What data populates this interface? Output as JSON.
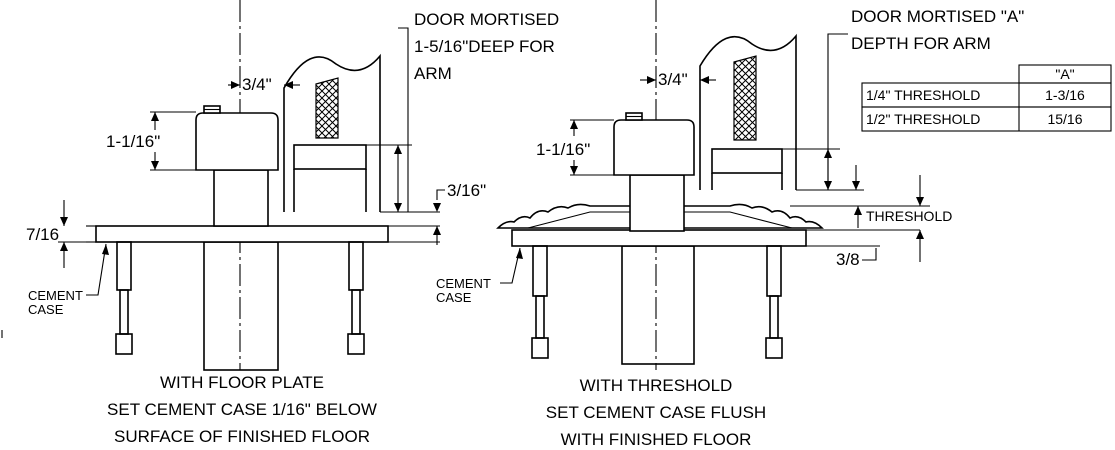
{
  "left": {
    "note_door": [
      "DOOR MORTISED",
      "1-5/16\"DEEP FOR",
      "ARM"
    ],
    "dim_arm": "3/4\"",
    "dim_height": "1-1/16\"",
    "dim_gap": "3/16\"",
    "dim_plate": "7/16",
    "label_case": [
      "CEMENT",
      "CASE"
    ],
    "caption": [
      "WITH FLOOR PLATE",
      "SET CEMENT CASE 1/16\" BELOW",
      "SURFACE OF FINISHED FLOOR"
    ]
  },
  "right": {
    "note_door": [
      "DOOR MORTISED \"A\"",
      "DEPTH FOR ARM"
    ],
    "dim_arm": "3/4\"",
    "dim_height": "1-1/16\"",
    "dim_threshold": "THRESHOLD",
    "dim_case": "3/8",
    "label_case": [
      "CEMENT",
      "CASE"
    ],
    "caption": [
      "WITH THRESHOLD",
      "SET CEMENT CASE FLUSH",
      "WITH FINISHED FLOOR"
    ],
    "table": {
      "header": "\"A\"",
      "rows": [
        {
          "label": "1/4\" THRESHOLD",
          "value": "1-3/16"
        },
        {
          "label": "1/2\" THRESHOLD",
          "value": "15/16"
        }
      ]
    }
  }
}
